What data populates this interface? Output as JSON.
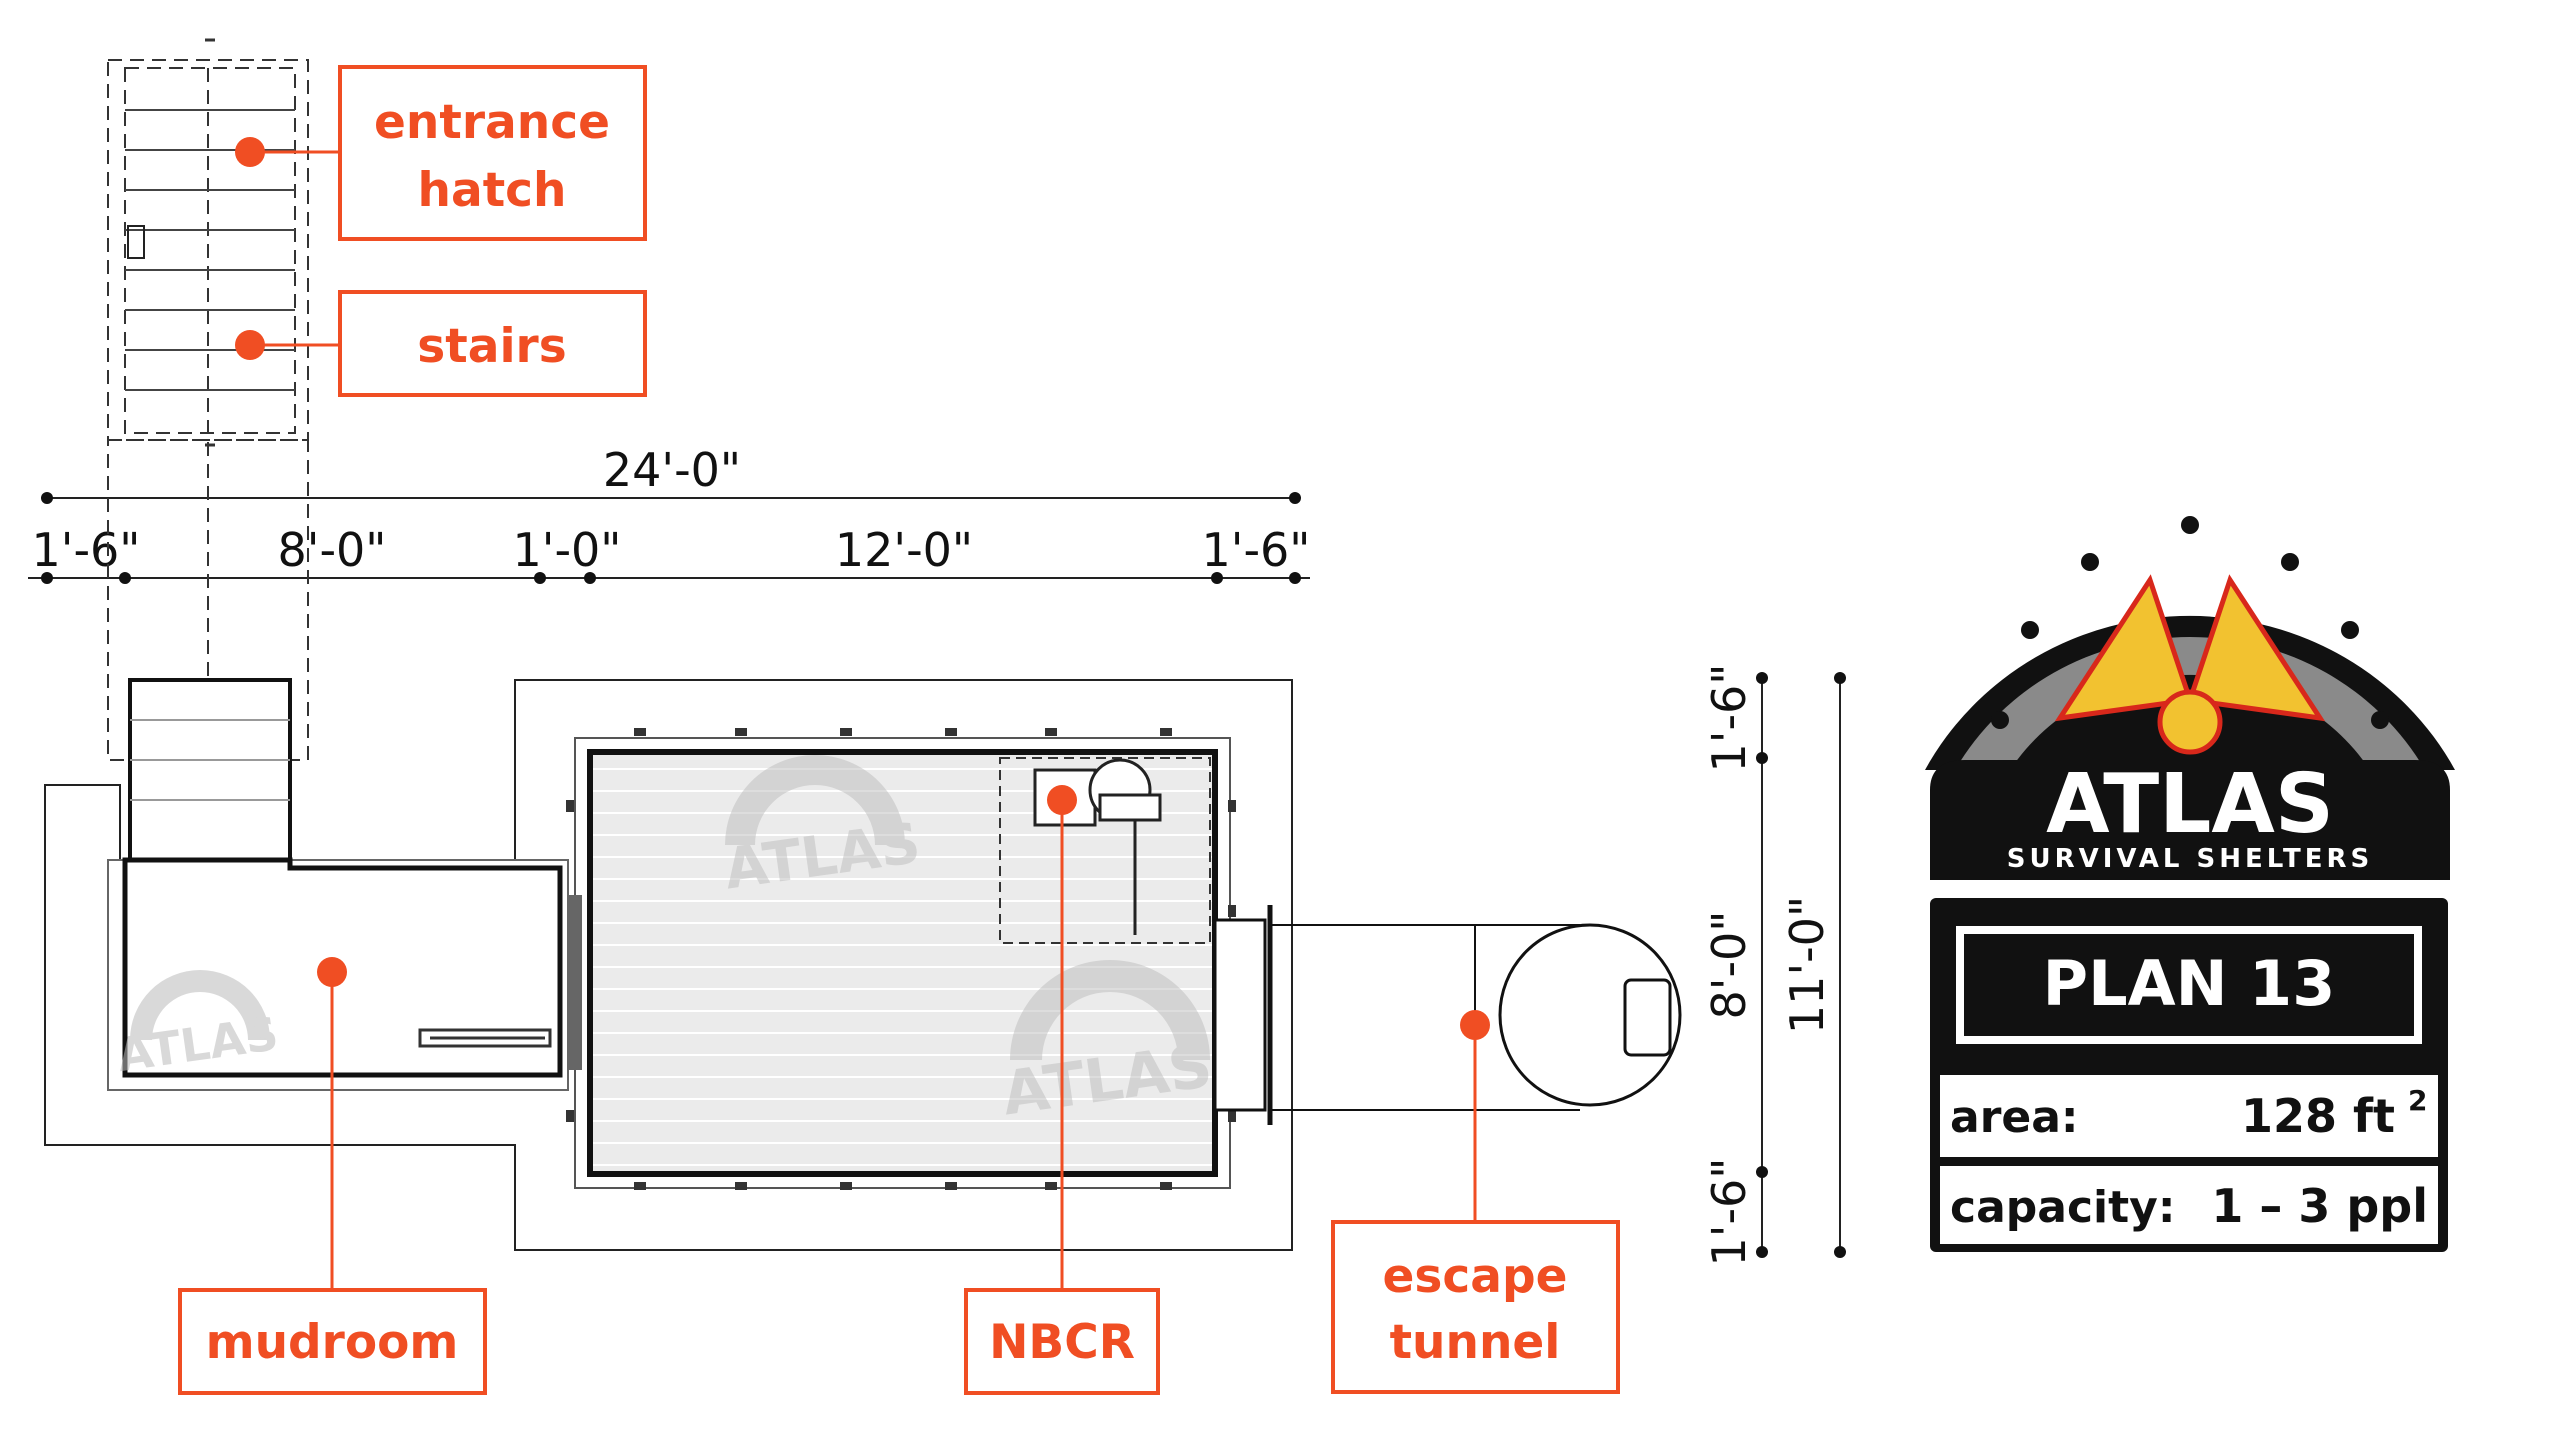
{
  "callouts": {
    "entrance_hatch": [
      "entrance",
      "hatch"
    ],
    "stairs": "stairs",
    "mudroom": "mudroom",
    "nbcr": "NBCR",
    "escape_tunnel": [
      "escape",
      "tunnel"
    ]
  },
  "dimensions": {
    "overall_length": "24'-0\"",
    "segments": [
      "1'-6\"",
      "8'-0\"",
      "1'-0\"",
      "12'-0\"",
      "1'-6\""
    ],
    "vertical_segments": [
      "1'-6\"",
      "8'-0\"",
      "1'-6\""
    ],
    "overall_width": "11'-0\""
  },
  "watermark_text": "ATLAS",
  "logo": {
    "brand": "ATLAS",
    "tagline": "SURVIVAL SHELTERS"
  },
  "plan_card": {
    "title": "PLAN 13",
    "area_label": "area:",
    "area_value": "128 ft",
    "area_unit_exponent": "2",
    "capacity_label": "capacity:",
    "capacity_value": "1 – 3 ppl"
  },
  "colors": {
    "accent": "#f04e23",
    "logo_yellow": "#f2c230",
    "logo_gray": "#8a8a8a",
    "dark": "#111111",
    "floor_lines": "#d6d6d6"
  }
}
